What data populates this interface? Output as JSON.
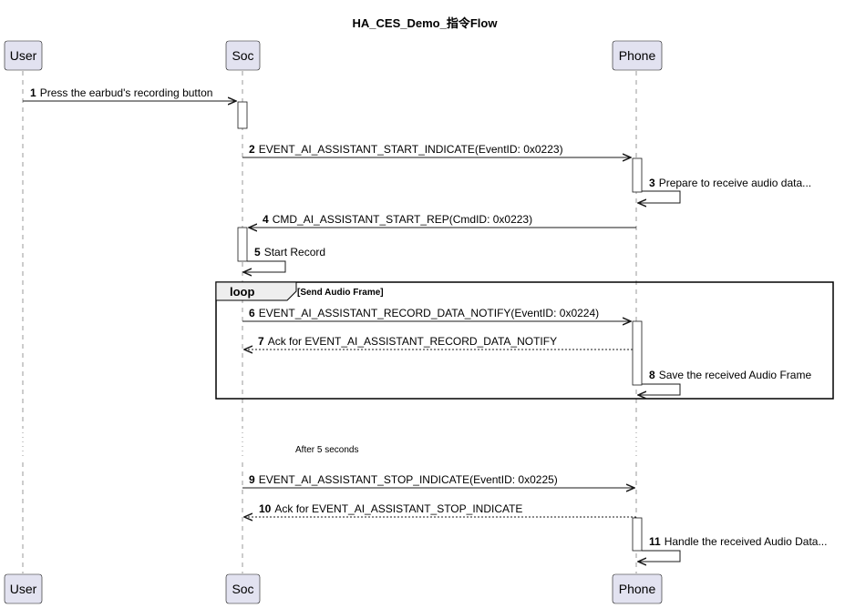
{
  "title": "HA_CES_Demo_指令Flow",
  "participants": {
    "user": {
      "label": "User"
    },
    "soc": {
      "label": "Soc"
    },
    "phone": {
      "label": "Phone"
    }
  },
  "messages": [
    {
      "num": "1",
      "text": "Press the earbud's recording button",
      "from": "user",
      "to": "soc",
      "style": "solid"
    },
    {
      "num": "2",
      "text": "EVENT_AI_ASSISTANT_START_INDICATE(EventID: 0x0223)",
      "from": "soc",
      "to": "phone",
      "style": "solid"
    },
    {
      "num": "3",
      "text": "Prepare to receive audio data...",
      "from": "phone",
      "to": "phone",
      "style": "self"
    },
    {
      "num": "4",
      "text": "CMD_AI_ASSISTANT_START_REP(CmdID: 0x0223)",
      "from": "phone",
      "to": "soc",
      "style": "solid"
    },
    {
      "num": "5",
      "text": "Start Record",
      "from": "soc",
      "to": "soc",
      "style": "self"
    },
    {
      "num": "6",
      "text": "EVENT_AI_ASSISTANT_RECORD_DATA_NOTIFY(EventID: 0x0224)",
      "from": "soc",
      "to": "phone",
      "style": "solid"
    },
    {
      "num": "7",
      "text": "Ack for EVENT_AI_ASSISTANT_RECORD_DATA_NOTIFY",
      "from": "phone",
      "to": "soc",
      "style": "dashed"
    },
    {
      "num": "8",
      "text": "Save the received Audio Frame",
      "from": "phone",
      "to": "phone",
      "style": "self"
    },
    {
      "num": "9",
      "text": "EVENT_AI_ASSISTANT_STOP_INDICATE(EventID: 0x0225)",
      "from": "soc",
      "to": "phone",
      "style": "solid"
    },
    {
      "num": "10",
      "text": "Ack for EVENT_AI_ASSISTANT_STOP_INDICATE",
      "from": "phone",
      "to": "soc",
      "style": "dashed"
    },
    {
      "num": "11",
      "text": "Handle the received Audio Data...",
      "from": "phone",
      "to": "phone",
      "style": "self"
    }
  ],
  "loop": {
    "keyword": "loop",
    "condition": "[Send Audio Frame]"
  },
  "delay": {
    "text": "After 5 seconds"
  },
  "colors": {
    "participant_fill": "#E2E2F0",
    "participant_border": "#181818",
    "lifeline": "#999999",
    "arrow": "#181818",
    "loop_tab_fill": "#EEEEEE"
  }
}
